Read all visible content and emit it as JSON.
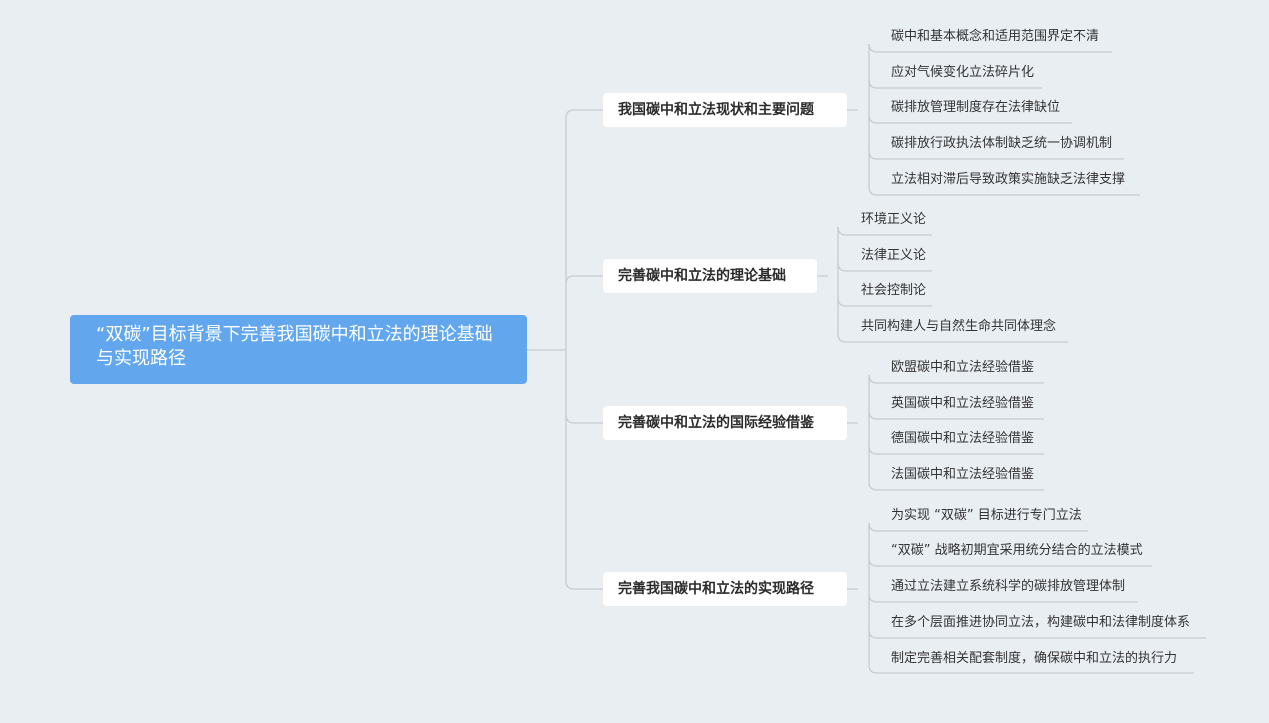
{
  "root": {
    "title": "“双碳”目标背景下完善我国碳中和立法的理论基础与实现路径"
  },
  "colors": {
    "background": "#e9eef3",
    "root": "#62a7ee",
    "line": "#c5cbd2"
  },
  "branches": [
    {
      "label": "我国碳中和立法现状和主要问题",
      "children": [
        "碳中和基本概念和适用范围界定不清",
        "应对气候变化立法碎片化",
        "碳排放管理制度存在法律缺位",
        "碳排放行政执法体制缺乏统一协调机制",
        "立法相对滞后导致政策实施缺乏法律支撑"
      ]
    },
    {
      "label": "完善碳中和立法的理论基础",
      "children": [
        "环境正义论",
        "法律正义论",
        "社会控制论",
        "共同构建人与自然生命共同体理念"
      ]
    },
    {
      "label": "完善碳中和立法的国际经验借鉴",
      "children": [
        "欧盟碳中和立法经验借鉴",
        "英国碳中和立法经验借鉴",
        "德国碳中和立法经验借鉴",
        "法国碳中和立法经验借鉴"
      ]
    },
    {
      "label": "完善我国碳中和立法的实现路径",
      "children": [
        "为实现 “双碳” 目标进行专门立法",
        "“双碳” 战略初期宜采用统分结合的立法模式",
        "通过立法建立系统科学的碳排放管理体制",
        "在多个层面推进协同立法，构建碳中和法律制度体系",
        "制定完善相关配套制度，确保碳中和立法的执行力"
      ]
    }
  ]
}
